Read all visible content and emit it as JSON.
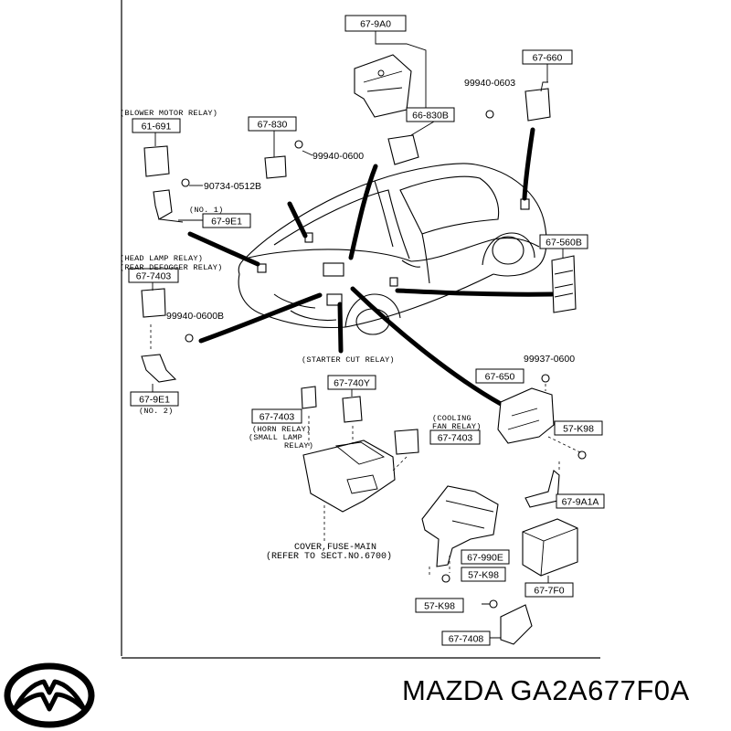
{
  "diagram": {
    "parts": {
      "p_679a0": "67-9A0",
      "p_67660": "67-660",
      "p_66830b": "66-830B",
      "p_61691": "61-691",
      "p_67830": "67-830",
      "p_679e1_top": "67-9E1",
      "p_67560b": "67-560B",
      "p_677403_left": "67-7403",
      "p_679e1_bottom": "67-9E1",
      "p_67740y": "67-740Y",
      "p_677403_horn": "67-7403",
      "p_677403_fan": "67-7403",
      "p_67650": "67-650",
      "p_57k98_right": "57-K98",
      "p_679a1a": "67-9A1A",
      "p_67990e": "67-990E",
      "p_57k98_mid": "57-K98",
      "p_677f0": "67-7F0",
      "p_57k98_low": "57-K98",
      "p_677408": "67-7408"
    },
    "bolts": {
      "b_99940_0603": "99940-0603",
      "b_99940_0600": "99940-0600",
      "b_90734_0512b": "90734-0512B",
      "b_99940_0600b": "99940-0600B",
      "b_99937_0600": "99937-0600"
    },
    "notes": {
      "blower_motor_relay": "(BLOWER MOTOR RELAY)",
      "no1": "(NO. 1)",
      "head_lamp_relay": "(HEAD LAMP RELAY)",
      "rear_defogger_relay": "(REAR DEFOGGER RELAY)",
      "no2": "(NO. 2)",
      "starter_cut_relay": "(STARTER CUT RELAY)",
      "horn_relay": "(HORN RELAY)",
      "small_lamp_relay_1": "(SMALL LAMP",
      "small_lamp_relay_2": "RELAY)",
      "cooling_fan_relay_1": "(COOLING",
      "cooling_fan_relay_2": "FAN RELAY)",
      "cover_fuse_main": "COVER,FUSE-MAIN",
      "refer_to_sect": "(REFER TO SECT.NO.6700)"
    }
  },
  "footer": {
    "brand": "MAZDA",
    "title": "MAZDA GA2A677F0A",
    "logo_icon": "mazda-logo-icon"
  },
  "colors": {
    "line": "#000000",
    "background": "#ffffff"
  }
}
